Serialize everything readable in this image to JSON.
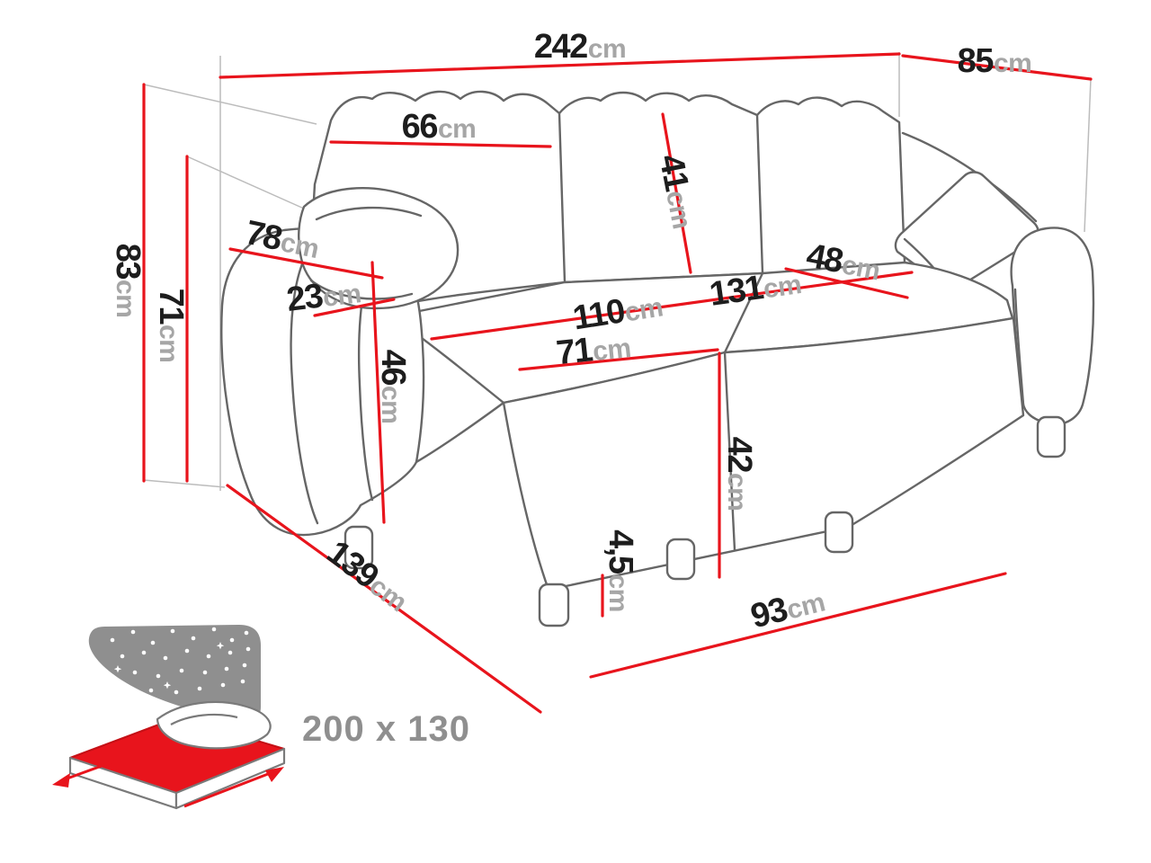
{
  "diagram": {
    "type": "furniture-dimension-diagram",
    "subject": "corner sofa bed with chaise longue",
    "accent_color": "#e8141c",
    "line_color": "#666666",
    "unit_color": "#a6a6a6"
  },
  "dimensions": {
    "total_width": {
      "value": "242",
      "unit": "cm"
    },
    "depth_right": {
      "value": "85",
      "unit": "cm"
    },
    "back_cushion_width": {
      "value": "66",
      "unit": "cm"
    },
    "back_cushion_height": {
      "value": "41",
      "unit": "cm"
    },
    "armrest_depth": {
      "value": "78",
      "unit": "cm"
    },
    "armrest_width": {
      "value": "23",
      "unit": "cm"
    },
    "total_height": {
      "value": "83",
      "unit": "cm"
    },
    "armrest_height": {
      "value": "71",
      "unit": "cm"
    },
    "armrest_above_seat": {
      "value": "46",
      "unit": "cm"
    },
    "chaise_length": {
      "value": "110",
      "unit": "cm"
    },
    "seat_width": {
      "value": "131",
      "unit": "cm"
    },
    "seat_cushion_depth": {
      "value": "48",
      "unit": "cm"
    },
    "chaise_width": {
      "value": "71",
      "unit": "cm"
    },
    "seat_height": {
      "value": "42",
      "unit": "cm"
    },
    "leg_height": {
      "value": "4,5",
      "unit": "cm"
    },
    "side_depth": {
      "value": "139",
      "unit": "cm"
    },
    "front_width": {
      "value": "93",
      "unit": "cm"
    }
  },
  "sleeping_area": {
    "label": "200 x 130"
  }
}
